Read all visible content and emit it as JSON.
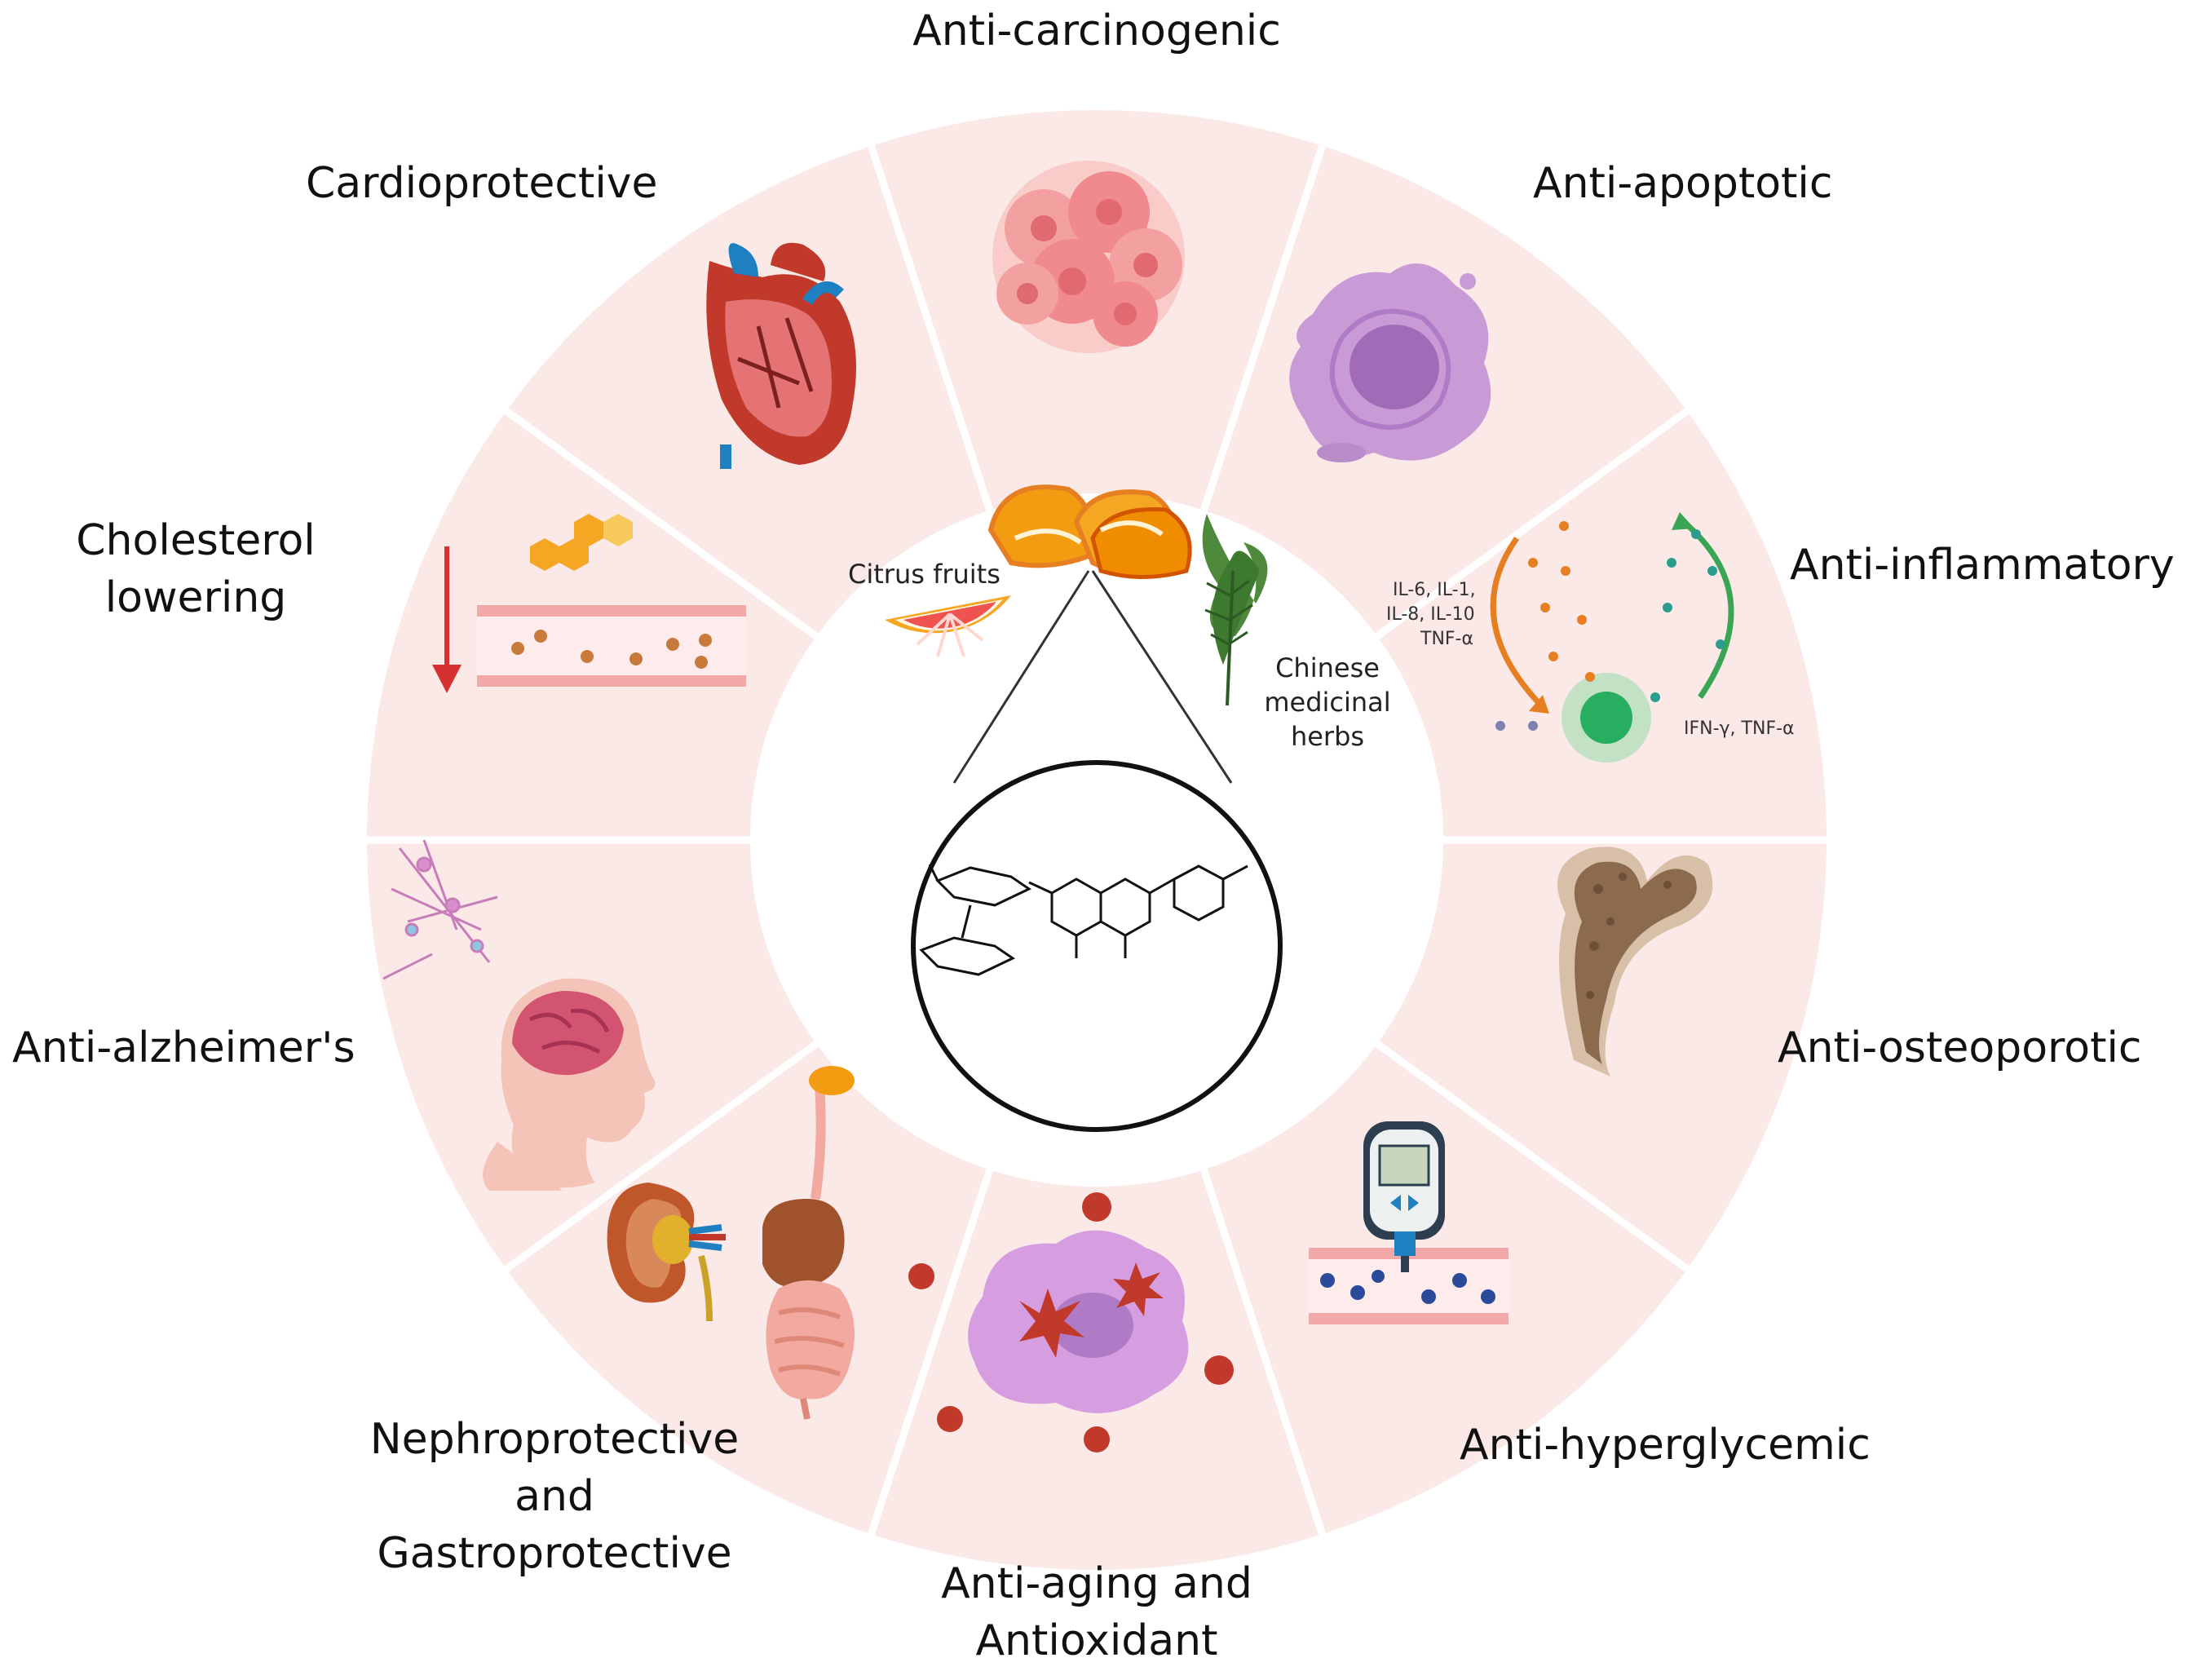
{
  "center": {
    "source1": "Citrus fruits",
    "source2_lines": [
      "Chinese",
      "medicinal",
      "herbs"
    ]
  },
  "segments": [
    {
      "key": "anti-carcinogenic",
      "lines": [
        "Anti-carcinogenic"
      ]
    },
    {
      "key": "anti-apoptotic",
      "lines": [
        "Anti-apoptotic"
      ]
    },
    {
      "key": "anti-inflammatory",
      "lines": [
        "Anti-inflammatory"
      ]
    },
    {
      "key": "anti-osteoporotic",
      "lines": [
        "Anti-osteoporotic"
      ]
    },
    {
      "key": "anti-hyperglycemic",
      "lines": [
        "Anti-hyperglycemic"
      ]
    },
    {
      "key": "anti-aging-antioxidant",
      "lines": [
        "Anti-aging and",
        "Antioxidant"
      ]
    },
    {
      "key": "nephroprotective-gastroprotective",
      "lines": [
        "Nephroprotective",
        "and",
        "Gastroprotective"
      ]
    },
    {
      "key": "anti-alzheimers",
      "lines": [
        "Anti-alzheimer's"
      ]
    },
    {
      "key": "cholesterol-lowering",
      "lines": [
        "Cholesterol",
        "lowering"
      ]
    },
    {
      "key": "cardioprotective",
      "lines": [
        "Cardioprotective"
      ]
    }
  ],
  "inflammation": {
    "pro_cytokines_lines": [
      "IL-6, IL-1,",
      "IL-8, IL-10",
      "TNF-α"
    ],
    "anti_cytokines": "IFN-γ, TNF-α"
  },
  "colors": {
    "segment_fill": "#fbe9e7",
    "inner_disc": "#ffffff",
    "heart_red": "#c0392b",
    "vessel_blue": "#1e7fc1",
    "cell_pink": "#f08a8f",
    "cell_purple": "#b07bc6",
    "orange": "#f39c12",
    "leaf_green": "#4f8a3c",
    "bone_brown": "#8b6a4e",
    "arrow_red": "#d63031",
    "glow_green": "#2ecc71"
  }
}
